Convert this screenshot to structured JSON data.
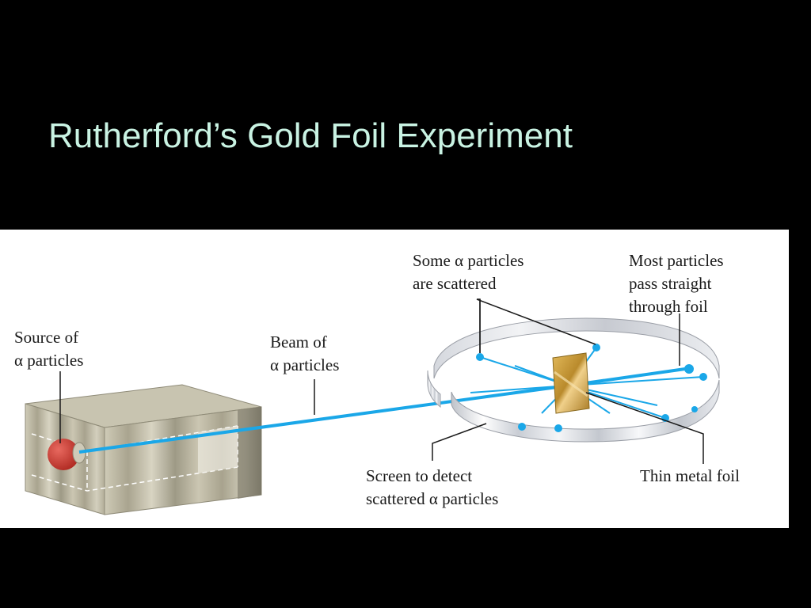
{
  "slide": {
    "title": "Rutherford’s Gold Foil Experiment"
  },
  "diagram": {
    "labels": {
      "source_line1": "Source of",
      "source_line2": "α particles",
      "beam_line1": "Beam of",
      "beam_line2": "α particles",
      "scattered_line1": "Some α particles",
      "scattered_line2": "are scattered",
      "straight_line1": "Most particles",
      "straight_line2": "pass straight",
      "straight_line3": "through foil",
      "screen_line1": "Screen to detect",
      "screen_line2": "scattered α particles",
      "foil": "Thin metal foil"
    },
    "colors": {
      "title_text": "#c9f3e3",
      "background": "#000000",
      "panel": "#ffffff",
      "beam": "#1aa7e8",
      "source_sphere": "#cc3b32",
      "gold_foil": "#c89a3a",
      "lead_box": "#b9b4a0",
      "screen": "#d6d9df"
    }
  }
}
